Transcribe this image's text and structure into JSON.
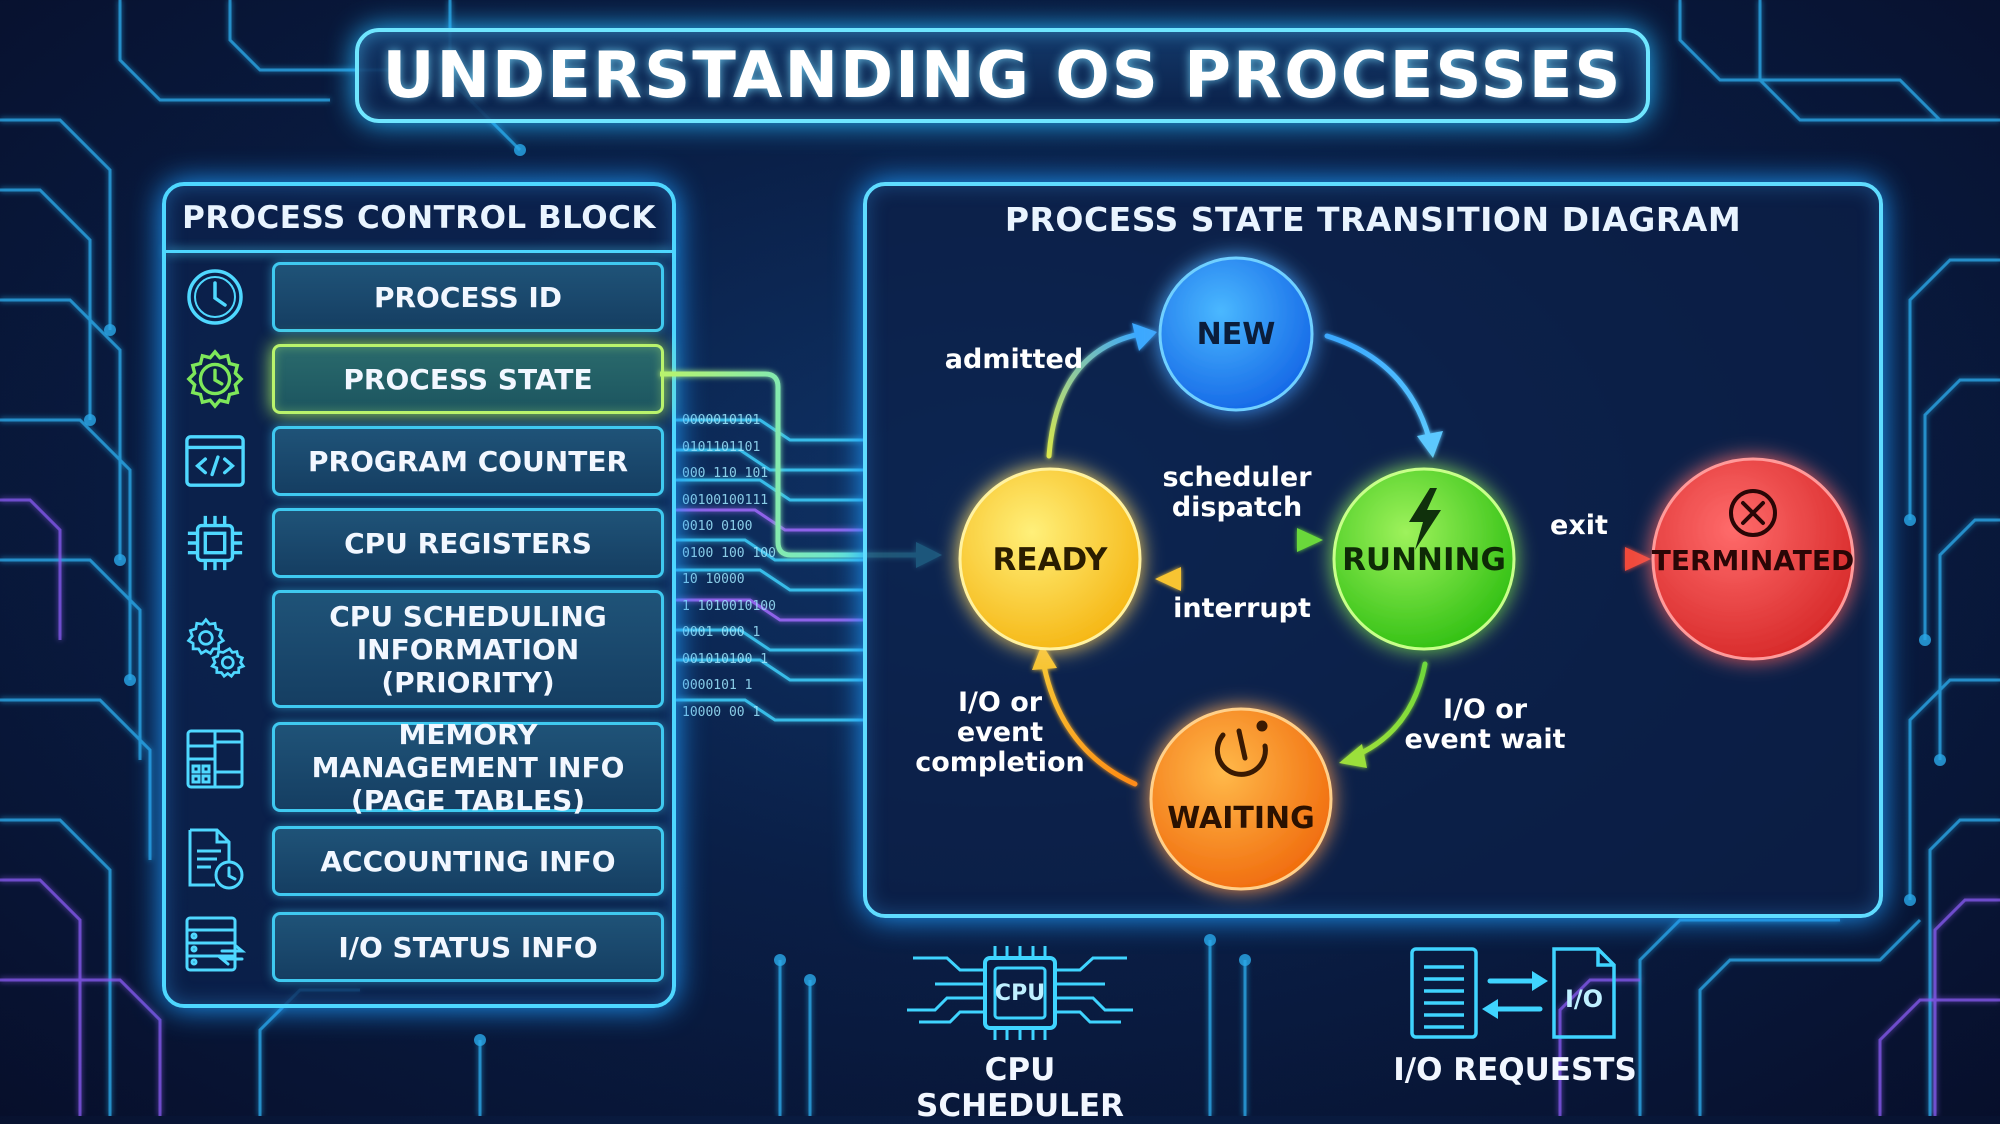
{
  "title": "UNDERSTANDING OS PROCESSES",
  "pcb": {
    "title": "PROCESS CONTROL BLOCK",
    "fields": [
      {
        "label": "PROCESS ID",
        "icon": "clock-icon"
      },
      {
        "label": "PROCESS STATE",
        "icon": "gear-clock-icon",
        "highlighted": true
      },
      {
        "label": "PROGRAM COUNTER",
        "icon": "code-window-icon"
      },
      {
        "label": "CPU REGISTERS",
        "icon": "chip-icon"
      },
      {
        "label": "CPU SCHEDULING INFORMATION (PRIORITY)",
        "icon": "gears-icon"
      },
      {
        "label": "MEMORY MANAGEMENT INFO (PAGE TABLES)",
        "icon": "memory-table-icon"
      },
      {
        "label": "ACCOUNTING INFO",
        "icon": "document-clock-icon"
      },
      {
        "label": "I/O STATUS INFO",
        "icon": "io-list-icon"
      }
    ]
  },
  "diagram": {
    "title": "PROCESS STATE TRANSITION DIAGRAM",
    "states": {
      "new": {
        "label": "NEW",
        "color": "#1e90ff"
      },
      "ready": {
        "label": "READY",
        "color": "#ffd21f"
      },
      "running": {
        "label": "RUNNING",
        "color": "#4cd818"
      },
      "waiting": {
        "label": "WAITING",
        "color": "#ff8a14"
      },
      "terminated": {
        "label": "TERMINATED",
        "color": "#f03a3a"
      }
    },
    "transitions": {
      "admitted": "admitted",
      "dispatch_line1": "scheduler",
      "dispatch_line2": "dispatch",
      "interrupt": "interrupt",
      "exit": "exit",
      "io_wait_line1": "I/O or",
      "io_wait_line2": "event wait",
      "io_done_line1": "I/O or",
      "io_done_line2": "event",
      "io_done_line3": "completion"
    }
  },
  "bottom": {
    "cpu_scheduler": "CPU SCHEDULER",
    "cpu_chip_text": "CPU",
    "io_requests": "I/O REQUESTS",
    "io_doc_text": "I/O"
  },
  "binary_rows": [
    "0000010101",
    "0101101101",
    "000 110 101",
    "00100100111",
    "0010 0100",
    "0100 100 100",
    "10 10000",
    "1 1010010100",
    "0001 000 1",
    "001010100 1",
    "0000101 1",
    "10000 00 1"
  ]
}
